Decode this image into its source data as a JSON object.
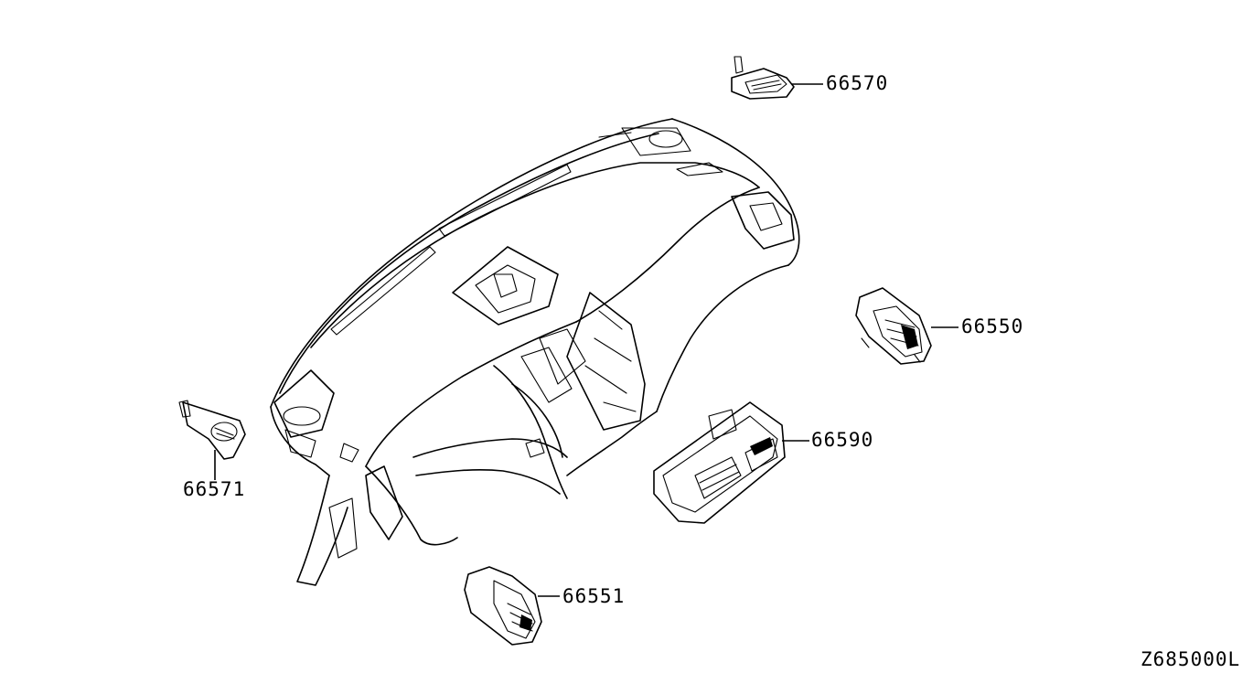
{
  "diagram_code": "Z685000L",
  "parts": [
    {
      "id": "66570",
      "label": "66570",
      "name": "defroster-nozzle-right"
    },
    {
      "id": "66550",
      "label": "66550",
      "name": "side-ventilator-right"
    },
    {
      "id": "66590",
      "label": "66590",
      "name": "center-ventilator"
    },
    {
      "id": "66571",
      "label": "66571",
      "name": "defroster-nozzle-left"
    },
    {
      "id": "66551",
      "label": "66551",
      "name": "side-ventilator-left"
    }
  ]
}
